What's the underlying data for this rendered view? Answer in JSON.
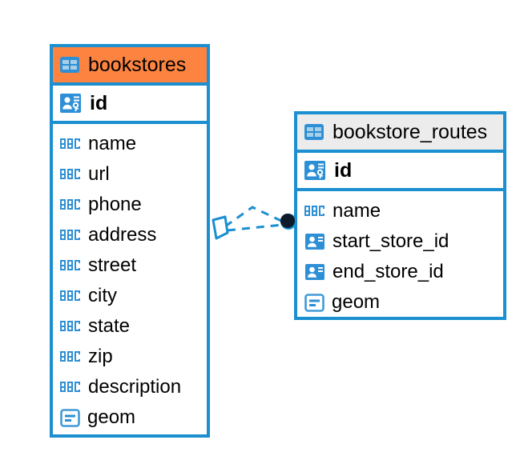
{
  "diagram": {
    "type": "entity-relationship-diagram",
    "background": "#ffffff",
    "accent_color": "#1b8fd0",
    "highlight_color": "#fd8440",
    "header_plain_color": "#ececec"
  },
  "entities": [
    {
      "name": "bookstores",
      "header_style": "accent",
      "table_icon": "table-icon",
      "primary_key": {
        "label": "id",
        "icon": "primary-key-icon"
      },
      "fields": [
        {
          "label": "name",
          "icon": "abc-text-icon"
        },
        {
          "label": "url",
          "icon": "abc-text-icon"
        },
        {
          "label": "phone",
          "icon": "abc-text-icon"
        },
        {
          "label": "address",
          "icon": "abc-text-icon"
        },
        {
          "label": "street",
          "icon": "abc-text-icon"
        },
        {
          "label": "city",
          "icon": "abc-text-icon"
        },
        {
          "label": "state",
          "icon": "abc-text-icon"
        },
        {
          "label": "zip",
          "icon": "abc-text-icon"
        },
        {
          "label": "description",
          "icon": "abc-text-icon"
        },
        {
          "label": "geom",
          "icon": "geometry-icon"
        }
      ]
    },
    {
      "name": "bookstore_routes",
      "header_style": "plain",
      "table_icon": "table-icon",
      "primary_key": {
        "label": "id",
        "icon": "primary-key-icon"
      },
      "fields": [
        {
          "label": "name",
          "icon": "abc-text-icon"
        },
        {
          "label": "start_store_id",
          "icon": "foreign-key-icon"
        },
        {
          "label": "end_store_id",
          "icon": "foreign-key-icon"
        },
        {
          "label": "geom",
          "icon": "geometry-icon"
        }
      ]
    }
  ],
  "relationship": {
    "from_entity": "bookstores",
    "to_entity": "bookstore_routes",
    "source_marker": "rhombus-marker",
    "target_marker": "filled-circle-marker",
    "line_style": "dashed",
    "line_color": "#1b8fd0"
  }
}
